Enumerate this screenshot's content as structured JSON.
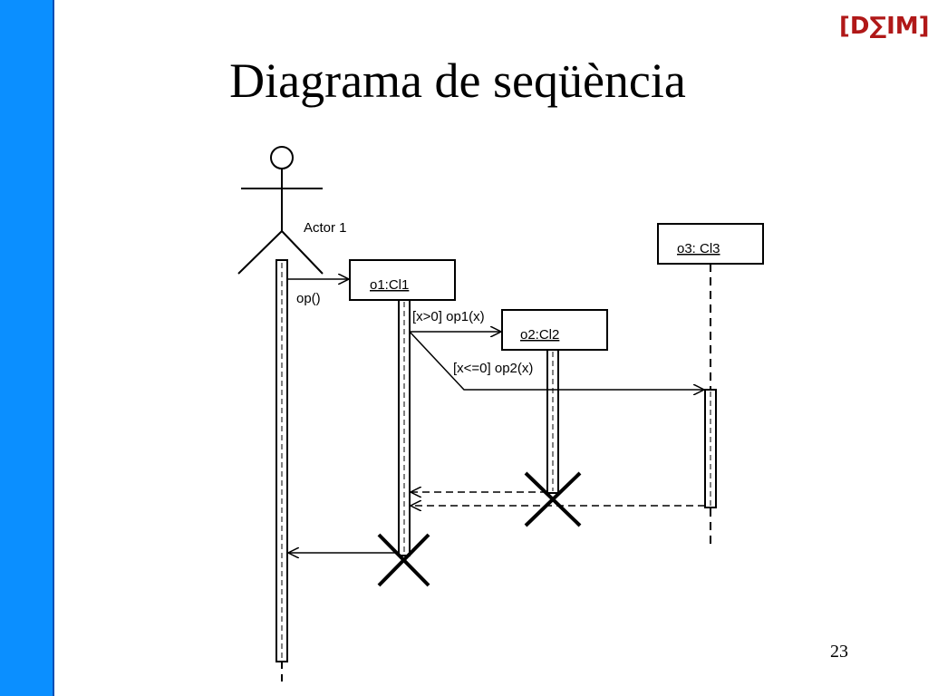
{
  "slide": {
    "title": "Diagrama de seqüència",
    "logo_text": "[D∑IM]",
    "page_number": "23",
    "accent_color": "#0b8fff",
    "logo_color": "#b01818"
  },
  "diagram": {
    "actor": {
      "label": "Actor 1"
    },
    "objects": [
      {
        "label": "o1:Cl1"
      },
      {
        "label": "o2:Cl2"
      },
      {
        "label": "o3: Cl3"
      }
    ],
    "messages": [
      {
        "label": "op()"
      },
      {
        "label": "[x>0] op1(x)"
      },
      {
        "label": "[x<=0] op2(x)"
      }
    ]
  }
}
